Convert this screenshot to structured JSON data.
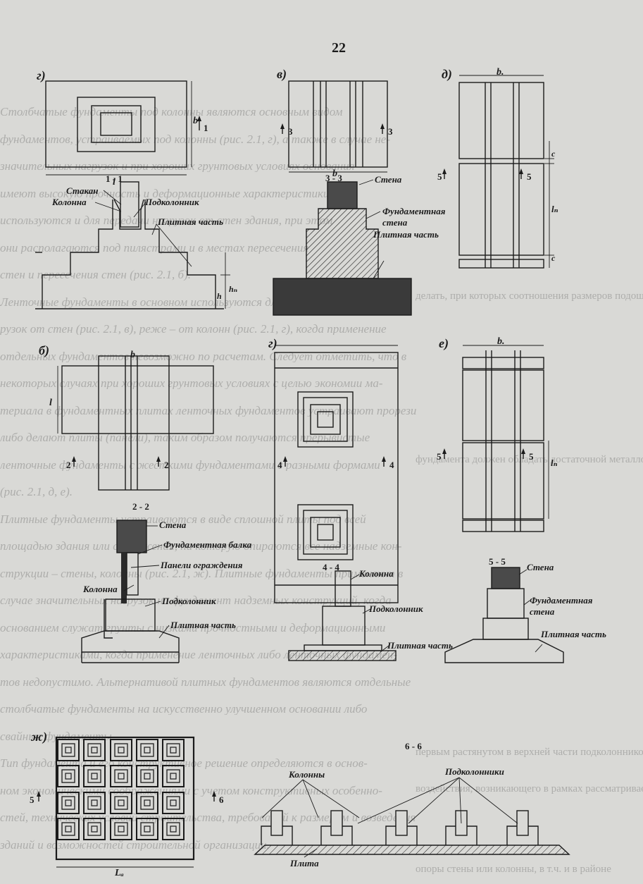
{
  "page_number": "22",
  "fig_letters": {
    "g1": "г)",
    "v": "в)",
    "d": "д)",
    "b": "б)",
    "g2": "г)",
    "e": "е)",
    "zh": "ж)"
  },
  "sections": {
    "s11": "1 - 1",
    "s22": "2 - 2",
    "s33": "3 - 3",
    "s44": "4 - 4",
    "s55": "5 - 5",
    "s66": "6 - 6"
  },
  "marks": {
    "m1": "1",
    "m2a": "2",
    "m2b": "2",
    "m3a": "3",
    "m3b": "3",
    "m4a": "4",
    "m4b": "4",
    "m5a": "5",
    "m5b": "5",
    "m5c": "5",
    "m5d": "5",
    "m6": "6"
  },
  "dims": {
    "l1": "l",
    "b1": "b",
    "b_v": "b",
    "b_d": "b.",
    "ln_d": "lₙ",
    "c1": "c",
    "c2": "c",
    "b_bb": "b",
    "l_b": "l",
    "b_e": "b.",
    "ln_e": "lₙ",
    "l_zh": "Lₐ",
    "hp": "hₙ",
    "h": "h"
  },
  "labels": {
    "stakan": "Стакан",
    "kolonna_a": "Колонна",
    "podkolonnik_a": "Подколонник",
    "plitnaya_a": "Плитная часть",
    "stena_v": "Стена",
    "fund_stena_v1": "Фундаментная",
    "fund_stena_v2": "стена",
    "plitnaya_v": "Плитная часть",
    "stena_b": "Стена",
    "fund_balka": "Фундаментная балка",
    "paneli": "Панели ограждения",
    "kolonna_b": "Колонна",
    "podkolonnik_b": "Подколонник",
    "plitnaya_b": "Плитная часть",
    "kolonna_g": "Колонна",
    "podkolonnik_g": "Подколонник",
    "plitnaya_g": "Плитная часть",
    "stena_e": "Стена",
    "fund_stena_e1": "Фундаментная",
    "fund_stena_e2": "стена",
    "plitnaya_e": "Плитная часть",
    "kolonny_zh": "Колонны",
    "podkolonniki_zh": "Подколонники",
    "plita_zh": "Плита"
  },
  "bleed_through": [
    "Столбчатые фундаменты под колонны являются основным видом",
    "фундаментов, устраиваемых под колонны (рис. 2.1, г), а также в случае не-",
    "значительных нагрузок и при хороших грунтовых условиях основания",
    "имеют высокую прочность и деформационные характеристики) они",
    "используются и для передачи нагрузок от стен здания, при этом",
    "они располагаются под пилястрами и в местах пересечения",
    "стен и пересечения стен (рис. 2.1, б).",
    "Ленточные фундаменты в основном используются для передачи наг-",
    "рузок от стен (рис. 2.1, в), реже – от колонн (рис. 2.1, г), когда применение",
    "отдельных фундаментов невозможно по расчетам. Следует отметить, что в",
    "некоторых случаях при хороших грунтовых условиях с целью экономии ма-",
    "териала в фундаментных плитах ленточных фундаментов устраивают прорези",
    "либо делают плиты (панели), таким образом получаются прерывистые",
    "ленточные фундаменты с жесткими фундаментами с разными формами",
    "(рис. 2.1, д, е).",
    "Плитные фундаменты устраиваются в виде сплошной плиты под всей",
    "площадью здания или сооружения, на которую опираются все надземные кон-",
    "струкции – стены, колонны (рис. 2.1, ж). Плитные фундаменты применяют в",
    "случае значительных нагрузок на фундамент надземных конструкций, когда",
    "основанием служат грунты с низкими прочностными и деформационными",
    "характеристиками, когда применение ленточных либо ленточных фундамен-",
    "тов недопустимо. Альтернативой плитных фундаментов являются отдельные",
    "столбчатые фундаменты на искусственно улучшенном основании либо",
    "свайные фундаменты.",
    "Тип фундамента и его конструктивное решение определяются в основ-",
    "ном экономическими соображениями с учетом конструктивных особенно-",
    "стей, технических условий строительства, требований к размерам и возведения",
    "зданий и возможностей строительной организации."
  ],
  "bleed_through_right": [
    "делать, при которых соотношения размеров подошвы",
    "фундамента должен обладать достаточной металлоемкостью",
    "первым растянутом в верхней части подколонников",
    "воздействия, возникающего в рамках рассматриваемых",
    "опоры стены или колонны, в т.ч. и в районе"
  ]
}
